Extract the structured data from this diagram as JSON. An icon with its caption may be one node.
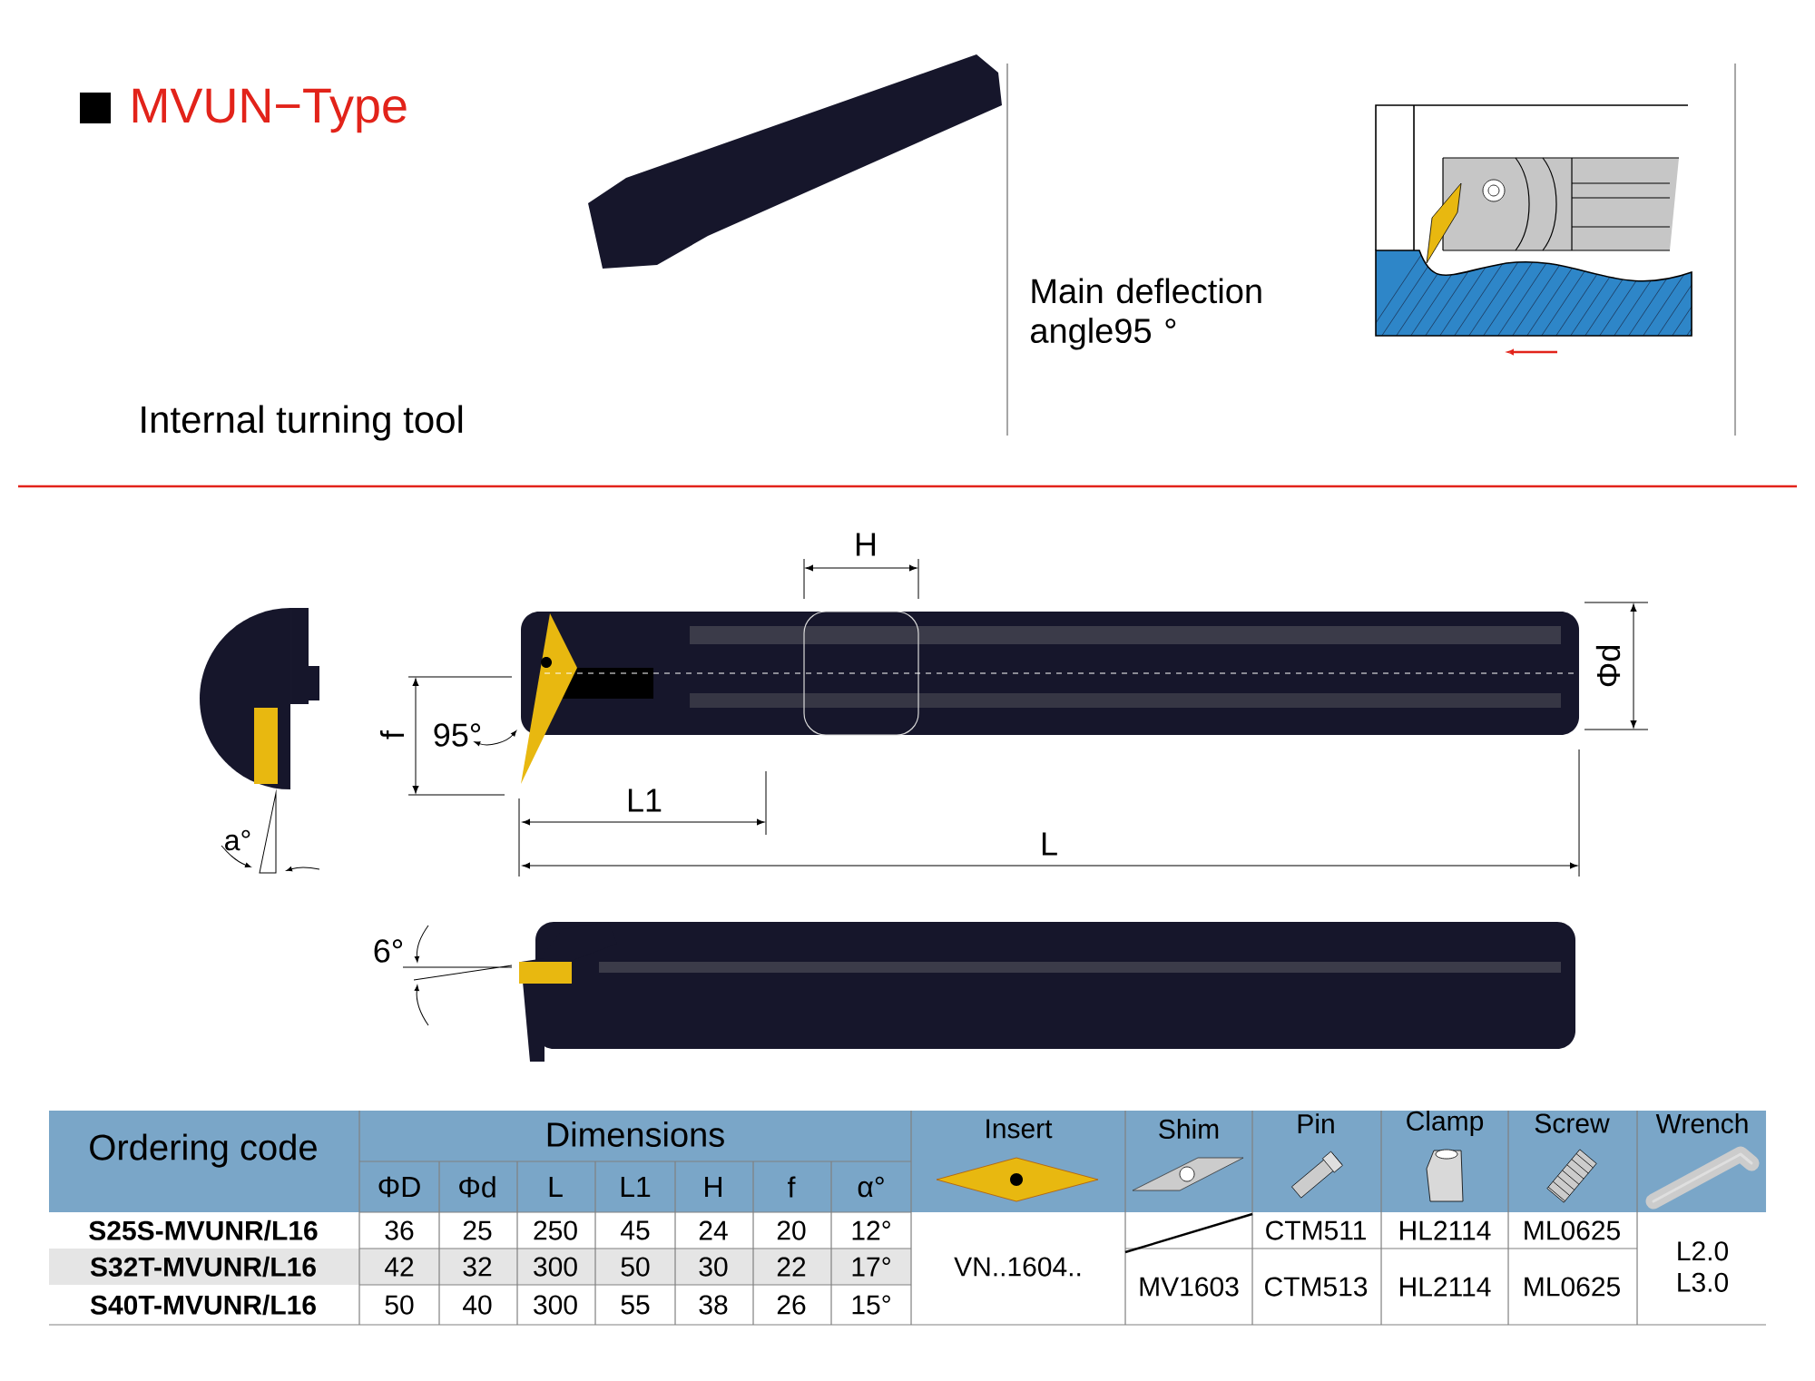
{
  "diagram": {
    "title": "MVUN−Type",
    "labels": [
      "Internal turning tool",
      "Main deflection angle95 °",
      "H",
      "Φd",
      "f",
      "95°",
      "L1",
      "a°",
      "L",
      "6°",
      "Ordering code",
      "Dimensions",
      "Insert",
      "Shim",
      "Pin",
      "Clamp",
      "Screw",
      "Wrench",
      "ΦD",
      "Φd",
      "L",
      "L1",
      "H",
      "f",
      "α°",
      "S25S-MVUNR/L16",
      "36",
      "25",
      "250",
      "45",
      "24",
      "20",
      "12°",
      "VN..1604..",
      "CTM511",
      "HL2114",
      "ML0625",
      "L2.0 L3.0",
      "S32T-MVUNR/L16",
      "42",
      "32",
      "300",
      "50",
      "30",
      "22",
      "17°",
      "MV1603",
      "CTM513",
      "HL2114",
      "ML0625",
      "S40T-MVUNR/L16",
      "50",
      "40",
      "300",
      "55",
      "38",
      "26",
      "15°"
    ]
  }
}
